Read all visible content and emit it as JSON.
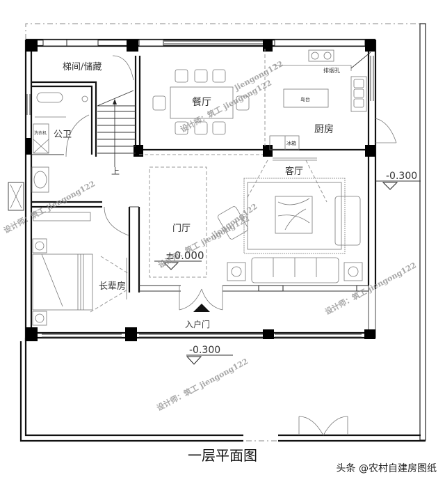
{
  "plan": {
    "title": "一层平面图",
    "source_credit": "头条 @农村自建房图纸",
    "rooms": {
      "stair_storage": "梯间/储藏",
      "dining": "餐厅",
      "kitchen": "厨房",
      "public_bath": "公卫",
      "living": "客厅",
      "foyer": "门厅",
      "elder_bedroom": "长辈房",
      "entrance_door": "入户门"
    },
    "fixtures": {
      "vent_hole": "排烟孔",
      "island": "岛台",
      "fridge": "冰箱",
      "washer": "洗衣机",
      "stair_up": "上"
    },
    "elevations": {
      "foyer": "±0.000",
      "east_yard": "-0.300",
      "south_yard": "-0.300"
    },
    "watermarks": [
      "设计师：筑工 jiengong122",
      "jiengong122",
      "设计师：筑工 jiengong122",
      "设计师：筑工 jiengong122",
      "jiengong122",
      "设计师：筑工 jiengong122",
      "设计师：筑工 jiengong122"
    ]
  }
}
